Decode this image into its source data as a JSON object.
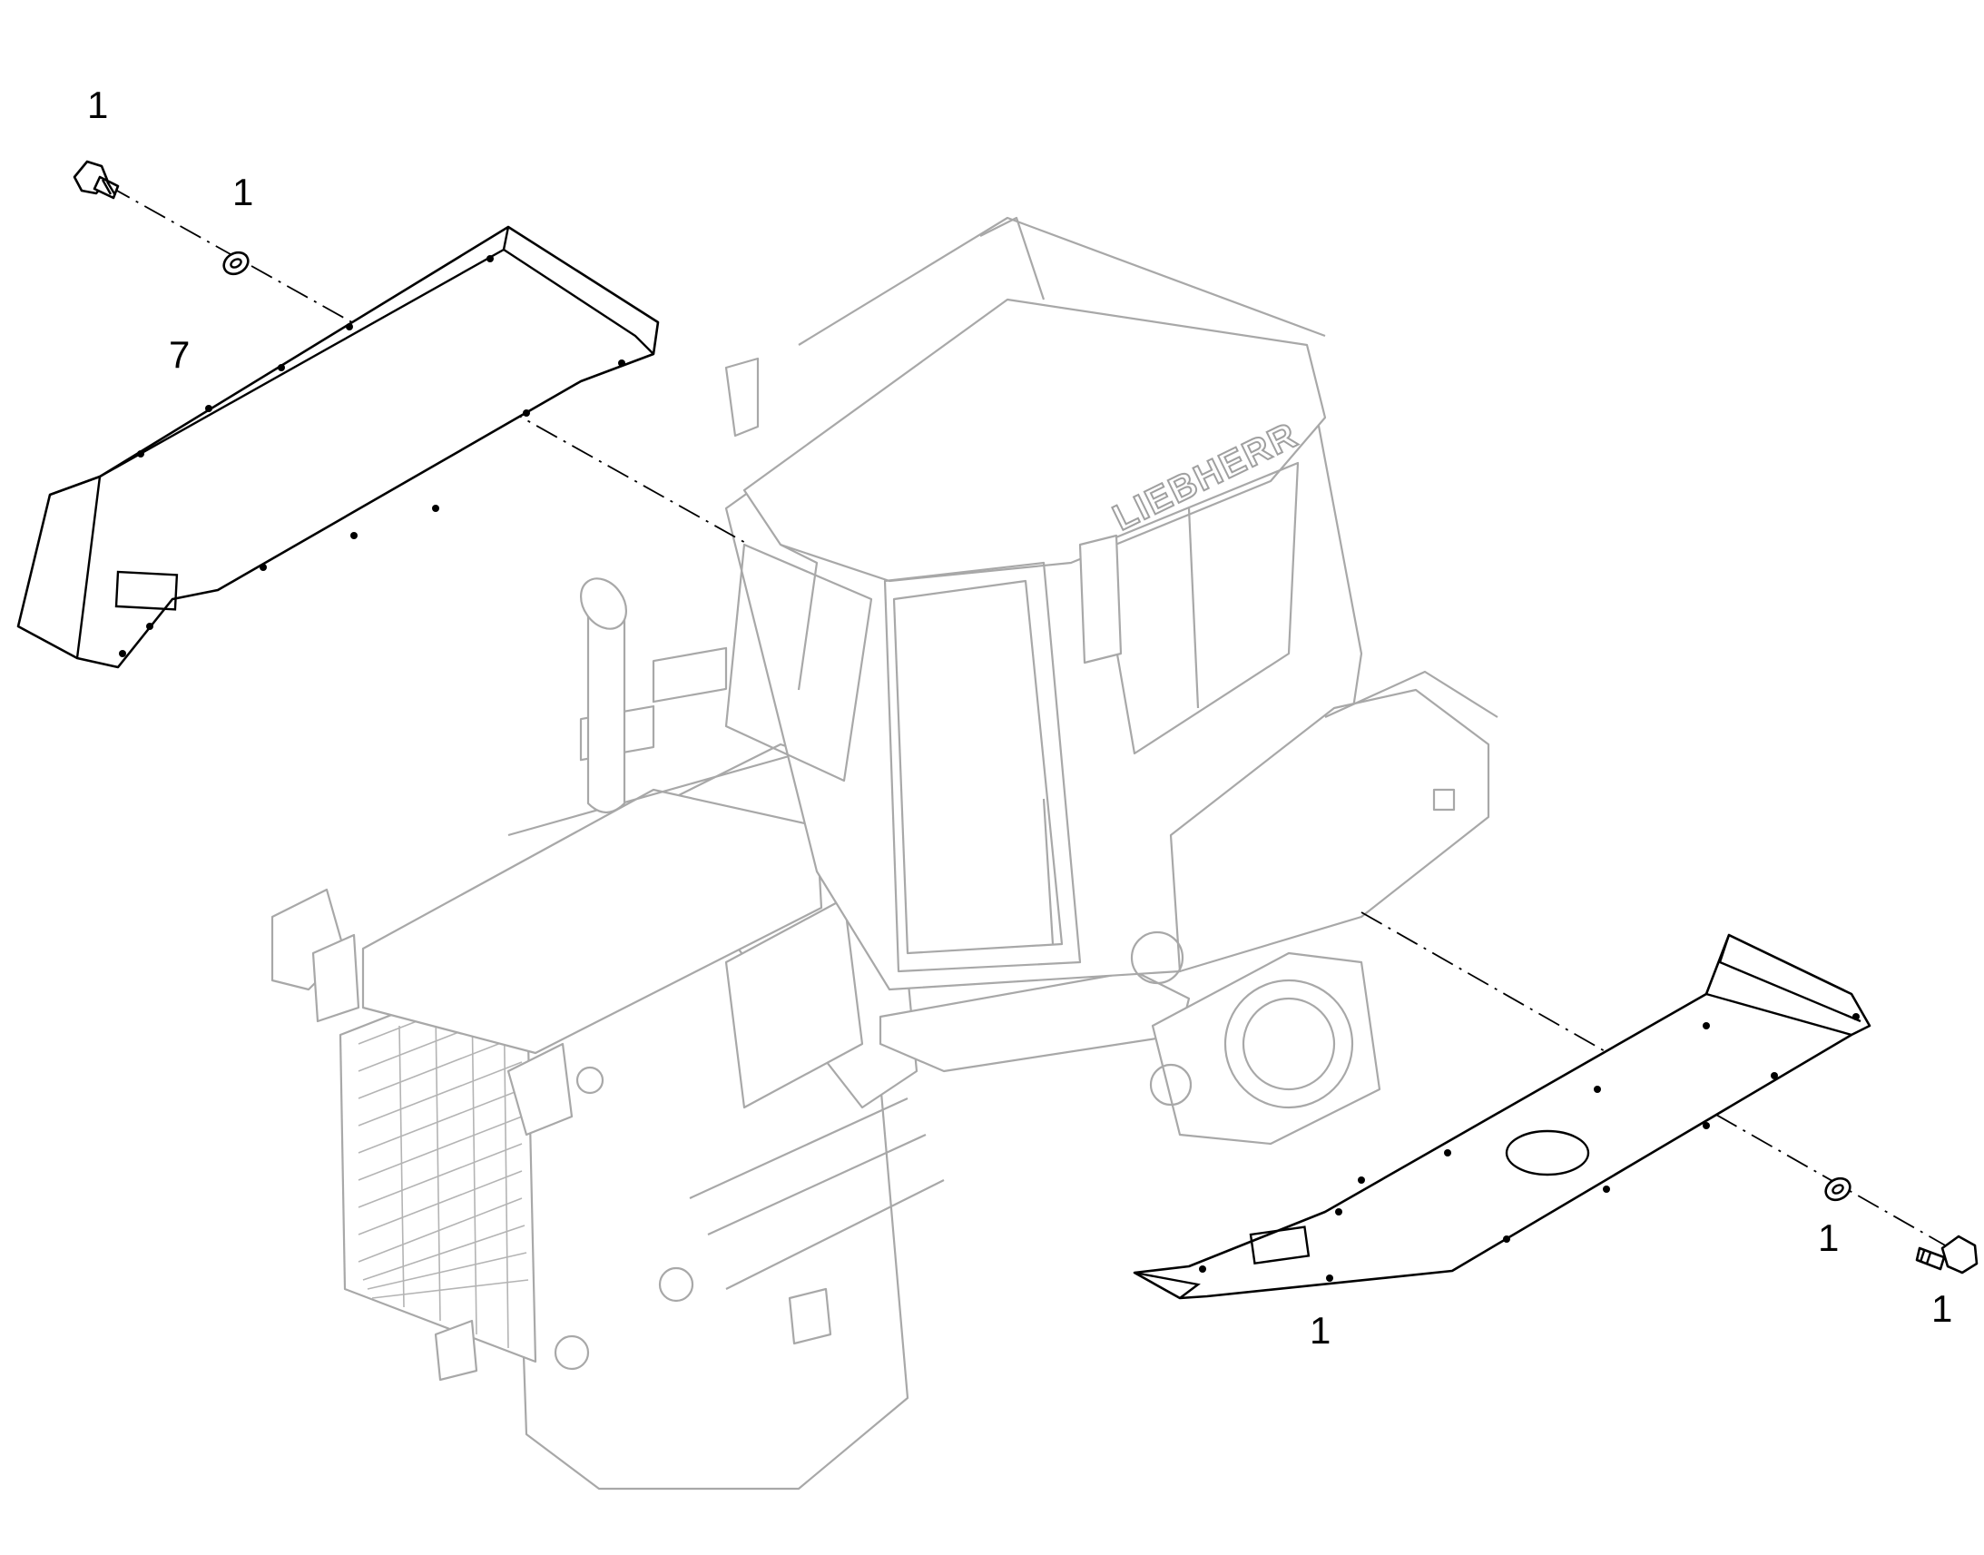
{
  "callouts": [
    {
      "id": "bolt-top",
      "label": "1"
    },
    {
      "id": "washer-top",
      "label": "1"
    },
    {
      "id": "cover-top",
      "label": "7"
    },
    {
      "id": "washer-bottom",
      "label": "1"
    },
    {
      "id": "bolt-bottom",
      "label": "1"
    },
    {
      "id": "cover-bottom",
      "label": "1"
    }
  ],
  "machine": {
    "brand_text": "LIEBHERR"
  }
}
